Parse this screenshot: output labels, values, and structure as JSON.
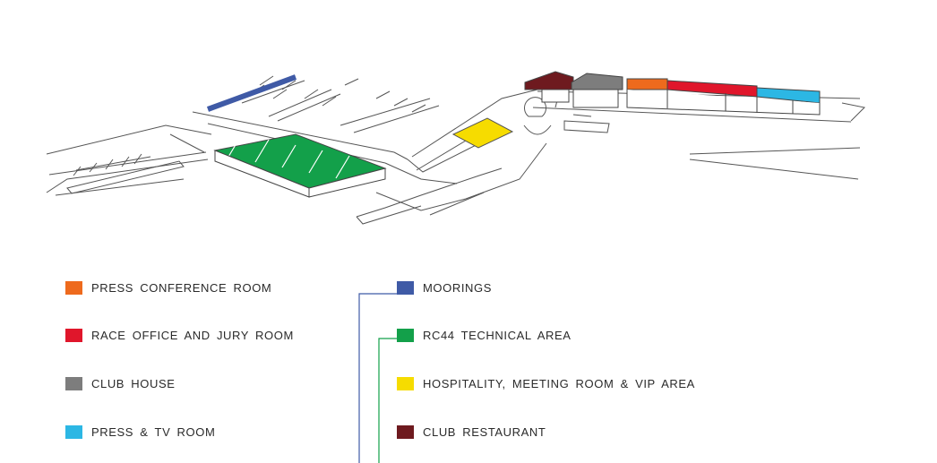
{
  "colors": {
    "press_conference_room": "#ee6a1d",
    "race_office": "#e0162b",
    "club_house": "#7d7d7d",
    "press_tv_room": "#2cb7e4",
    "moorings": "#3f5aa6",
    "rc44_technical_area": "#13a04a",
    "hospitality": "#f6dc00",
    "club_restaurant": "#6e1a1f",
    "line": "#555555"
  },
  "legend": {
    "left": [
      {
        "key": "press_conference_room",
        "label": "PRESS CONFERENCE ROOM"
      },
      {
        "key": "race_office",
        "label": "RACE OFFICE AND JURY ROOM"
      },
      {
        "key": "club_house",
        "label": "CLUB HOUSE"
      },
      {
        "key": "press_tv_room",
        "label": "PRESS & TV ROOM"
      }
    ],
    "right": [
      {
        "key": "moorings",
        "label": "MOORINGS"
      },
      {
        "key": "rc44_technical_area",
        "label": "RC44 TECHNICAL AREA"
      },
      {
        "key": "hospitality",
        "label": "HOSPITALITY, MEETING ROOM & VIP AREA"
      },
      {
        "key": "club_restaurant",
        "label": "CLUB RESTAURANT"
      }
    ]
  }
}
